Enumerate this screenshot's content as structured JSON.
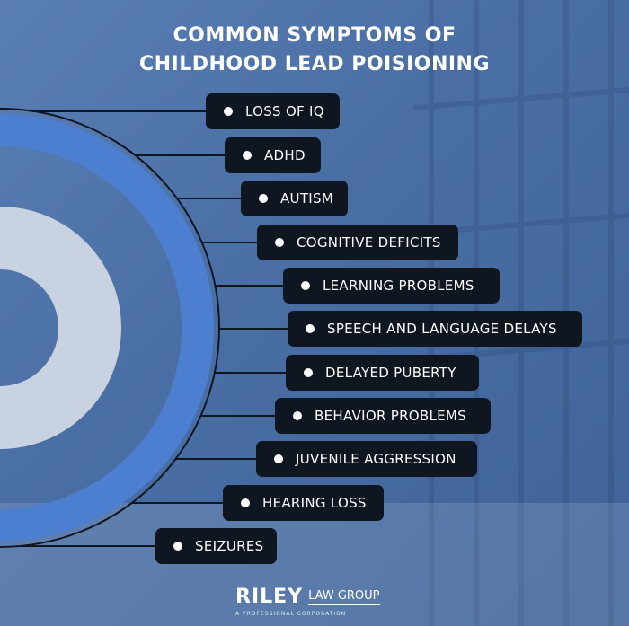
{
  "title": {
    "line1": "COMMON SYMPTOMS OF",
    "line2": "CHILDHOOD LEAD POISIONING"
  },
  "symptoms": [
    "LOSS OF IQ",
    "ADHD",
    "AUTISM",
    "COGNITIVE DEFICITS",
    "LEARNING PROBLEMS",
    "SPEECH AND LANGUAGE DELAYS",
    "DELAYED PUBERTY",
    "BEHAVIOR PROBLEMS",
    "JUVENILE AGGRESSION",
    "HEARING LOSS",
    "SEIZURES"
  ],
  "logo": {
    "name": "RILEY",
    "suffix": "LAW GROUP",
    "tagline": "A PROFESSIONAL CORPORATION"
  },
  "colors": {
    "background": "#4a6fa5",
    "pill": "#0f1620",
    "ring_blue": "#4d7fd0",
    "ring_light": "#c8d2e0",
    "text": "#ffffff"
  }
}
